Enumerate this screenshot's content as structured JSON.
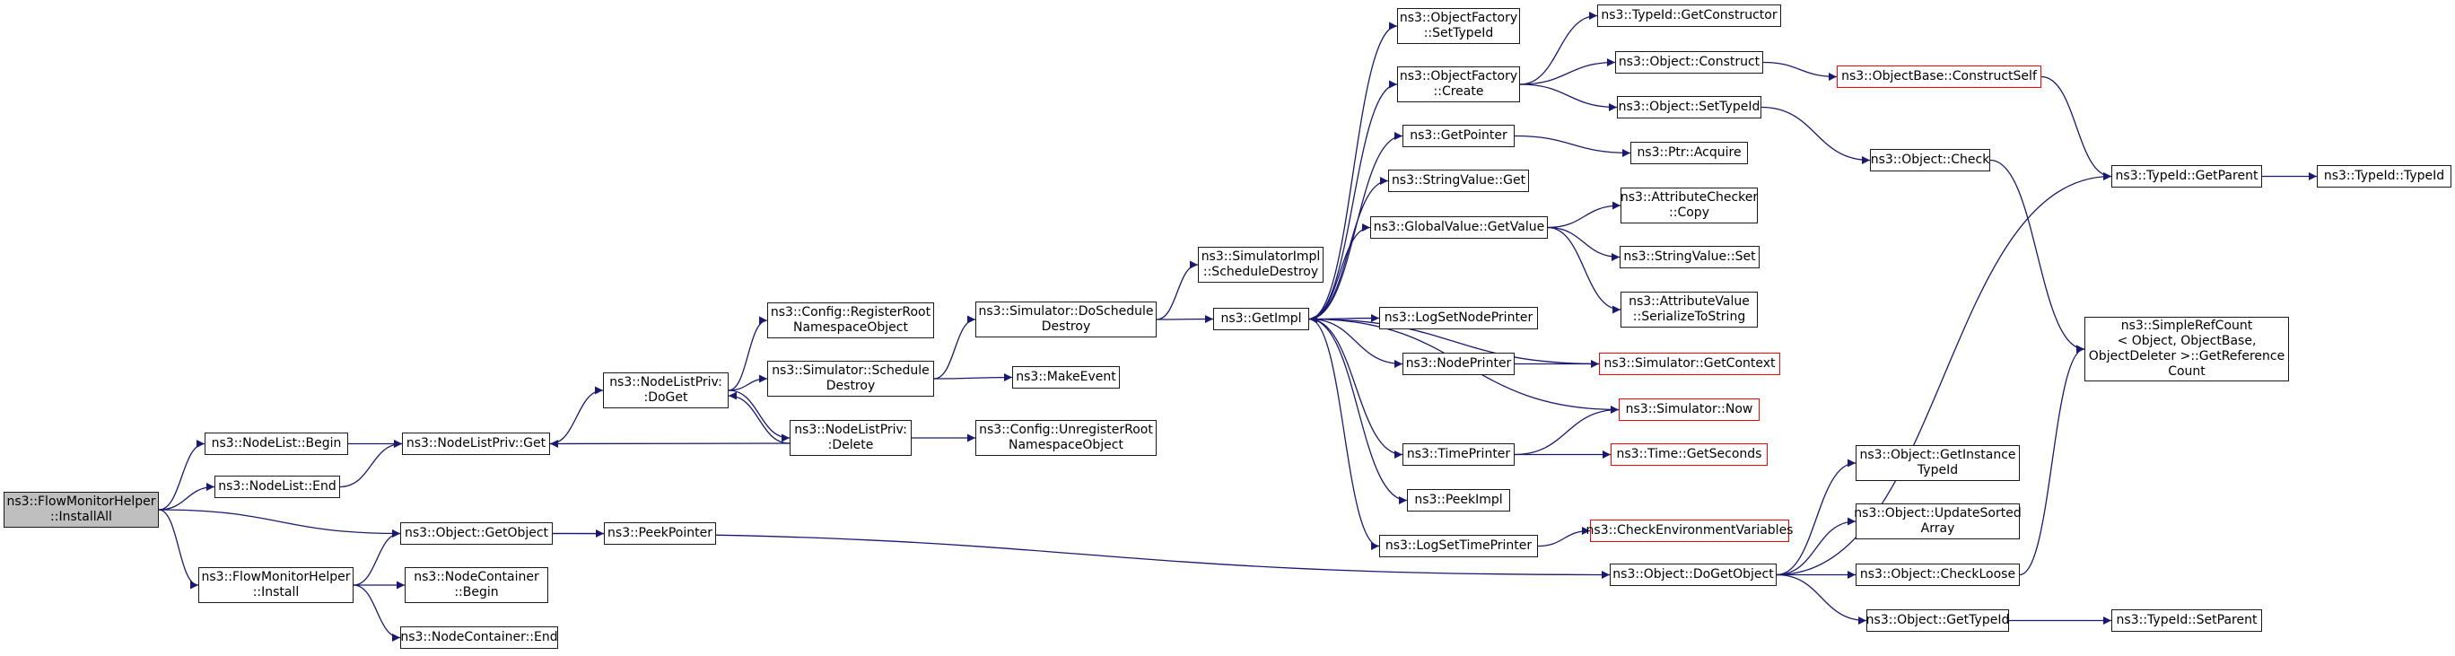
{
  "colors": {
    "edge": "#191970",
    "truncated_border": "#ff0000",
    "node_border": "#1a1a1a",
    "root_fill": "#bfbfbf"
  },
  "nodes": {
    "install_all": {
      "label": "ns3::FlowMonitorHelper\n::InstallAll"
    },
    "nodelist_begin": {
      "label": "ns3::NodeList::Begin"
    },
    "nodelist_end": {
      "label": "ns3::NodeList::End"
    },
    "object_getobject": {
      "label": "ns3::Object::GetObject"
    },
    "fmh_install": {
      "label": "ns3::FlowMonitorHelper\n::Install"
    },
    "nodelistpriv_get": {
      "label": "ns3::NodeListPriv::Get"
    },
    "peekpointer": {
      "label": "ns3::PeekPointer"
    },
    "nc_begin": {
      "label": "ns3::NodeContainer\n::Begin"
    },
    "nc_end": {
      "label": "ns3::NodeContainer::End"
    },
    "nlp_doget": {
      "label": "ns3::NodeListPriv:\n:DoGet"
    },
    "config_register": {
      "label": "ns3::Config::RegisterRoot\nNamespaceObject"
    },
    "sim_schedule_destroy": {
      "label": "ns3::Simulator::Schedule\nDestroy"
    },
    "nlp_delete": {
      "label": "ns3::NodeListPriv:\n:Delete"
    },
    "sim_doschedule_destroy": {
      "label": "ns3::Simulator::DoSchedule\nDestroy"
    },
    "makeevent": {
      "label": "ns3::MakeEvent"
    },
    "config_unregister": {
      "label": "ns3::Config::UnregisterRoot\nNamespaceObject"
    },
    "simimpl_schedule_destroy": {
      "label": "ns3::SimulatorImpl\n::ScheduleDestroy"
    },
    "getimpl": {
      "label": "ns3::GetImpl"
    },
    "of_settypeid": {
      "label": "ns3::ObjectFactory\n::SetTypeId"
    },
    "of_create": {
      "label": "ns3::ObjectFactory\n::Create"
    },
    "getpointer": {
      "label": "ns3::GetPointer"
    },
    "stringvalue_get": {
      "label": "ns3::StringValue::Get"
    },
    "globalvalue_getvalue": {
      "label": "ns3::GlobalValue::GetValue"
    },
    "logsetnodeprinter": {
      "label": "ns3::LogSetNodePrinter"
    },
    "nodeprinter": {
      "label": "ns3::NodePrinter"
    },
    "timeprinter": {
      "label": "ns3::TimePrinter"
    },
    "peekimpl": {
      "label": "ns3::PeekImpl"
    },
    "logsettimeprinter": {
      "label": "ns3::LogSetTimePrinter"
    },
    "typeid_getconstructor": {
      "label": "ns3::TypeId::GetConstructor"
    },
    "object_construct": {
      "label": "ns3::Object::Construct"
    },
    "object_settypeid": {
      "label": "ns3::Object::SetTypeId"
    },
    "ptr_acquire": {
      "label": "ns3::Ptr::Acquire"
    },
    "attributechecker_copy": {
      "label": "ns3::AttributeChecker\n::Copy"
    },
    "stringvalue_set": {
      "label": "ns3::StringValue::Set"
    },
    "attributevalue_serialize": {
      "label": "ns3::AttributeValue\n::SerializeToString"
    },
    "simulator_getcontext": {
      "label": "ns3::Simulator::GetContext"
    },
    "simulator_now": {
      "label": "ns3::Simulator::Now"
    },
    "time_getseconds": {
      "label": "ns3::Time::GetSeconds"
    },
    "checkenvvars": {
      "label": "ns3::CheckEnvironmentVariables"
    },
    "object_dogetobject": {
      "label": "ns3::Object::DoGetObject"
    },
    "objectbase_constructself": {
      "label": "ns3::ObjectBase::ConstructSelf"
    },
    "object_check": {
      "label": "ns3::Object::Check"
    },
    "object_getinstancetypeid": {
      "label": "ns3::Object::GetInstance\nTypeId"
    },
    "object_updatesortedarray": {
      "label": "ns3::Object::UpdateSorted\nArray"
    },
    "object_checkloose": {
      "label": "ns3::Object::CheckLoose"
    },
    "object_gettypeid": {
      "label": "ns3::Object::GetTypeId"
    },
    "typeid_getparent": {
      "label": "ns3::TypeId::GetParent"
    },
    "simplerefcount": {
      "label": "ns3::SimpleRefCount\n< Object, ObjectBase,\nObjectDeleter >::GetReference\nCount"
    },
    "typeid_typeid": {
      "label": "ns3::TypeId::TypeId"
    },
    "typeid_setparent": {
      "label": "ns3::TypeId::SetParent"
    }
  },
  "edges": [
    [
      "install_all",
      "nodelist_begin"
    ],
    [
      "install_all",
      "nodelist_end"
    ],
    [
      "install_all",
      "object_getobject"
    ],
    [
      "install_all",
      "fmh_install"
    ],
    [
      "nodelist_begin",
      "nodelistpriv_get"
    ],
    [
      "nodelist_end",
      "nodelistpriv_get"
    ],
    [
      "object_getobject",
      "peekpointer"
    ],
    [
      "object_getobject",
      "object_dogetobject"
    ],
    [
      "fmh_install",
      "object_getobject"
    ],
    [
      "fmh_install",
      "nc_begin"
    ],
    [
      "fmh_install",
      "nc_end"
    ],
    [
      "nodelistpriv_get",
      "nlp_doget"
    ],
    [
      "nlp_doget",
      "config_register"
    ],
    [
      "nlp_doget",
      "sim_schedule_destroy"
    ],
    [
      "nlp_doget",
      "nlp_delete"
    ],
    [
      "nlp_delete",
      "nlp_doget"
    ],
    [
      "nlp_delete",
      "nodelistpriv_get"
    ],
    [
      "nlp_delete",
      "config_unregister"
    ],
    [
      "sim_schedule_destroy",
      "sim_doschedule_destroy"
    ],
    [
      "sim_schedule_destroy",
      "makeevent"
    ],
    [
      "sim_doschedule_destroy",
      "simimpl_schedule_destroy"
    ],
    [
      "sim_doschedule_destroy",
      "getimpl"
    ],
    [
      "getimpl",
      "of_settypeid"
    ],
    [
      "getimpl",
      "of_create"
    ],
    [
      "getimpl",
      "getpointer"
    ],
    [
      "getimpl",
      "stringvalue_get"
    ],
    [
      "getimpl",
      "globalvalue_getvalue"
    ],
    [
      "getimpl",
      "logsetnodeprinter"
    ],
    [
      "getimpl",
      "nodeprinter"
    ],
    [
      "getimpl",
      "timeprinter"
    ],
    [
      "getimpl",
      "peekimpl"
    ],
    [
      "getimpl",
      "logsettimeprinter"
    ],
    [
      "of_create",
      "typeid_getconstructor"
    ],
    [
      "of_create",
      "object_construct"
    ],
    [
      "of_create",
      "object_settypeid"
    ],
    [
      "object_construct",
      "objectbase_constructself"
    ],
    [
      "object_settypeid",
      "object_check"
    ],
    [
      "getpointer",
      "ptr_acquire"
    ],
    [
      "globalvalue_getvalue",
      "attributechecker_copy"
    ],
    [
      "globalvalue_getvalue",
      "stringvalue_set"
    ],
    [
      "globalvalue_getvalue",
      "attributevalue_serialize"
    ],
    [
      "simulator_getcontext",
      "getimpl"
    ],
    [
      "nodeprinter",
      "simulator_getcontext"
    ],
    [
      "simulator_now",
      "getimpl"
    ],
    [
      "timeprinter",
      "simulator_now"
    ],
    [
      "timeprinter",
      "time_getseconds"
    ],
    [
      "logsettimeprinter",
      "checkenvvars"
    ],
    [
      "object_dogetobject",
      "typeid_getparent"
    ],
    [
      "object_dogetobject",
      "object_getinstancetypeid"
    ],
    [
      "object_dogetobject",
      "object_updatesortedarray"
    ],
    [
      "object_dogetobject",
      "object_checkloose"
    ],
    [
      "object_dogetobject",
      "object_gettypeid"
    ],
    [
      "objectbase_constructself",
      "typeid_getparent"
    ],
    [
      "object_check",
      "simplerefcount"
    ],
    [
      "object_checkloose",
      "simplerefcount"
    ],
    [
      "object_gettypeid",
      "typeid_setparent"
    ],
    [
      "typeid_getparent",
      "typeid_typeid"
    ]
  ]
}
